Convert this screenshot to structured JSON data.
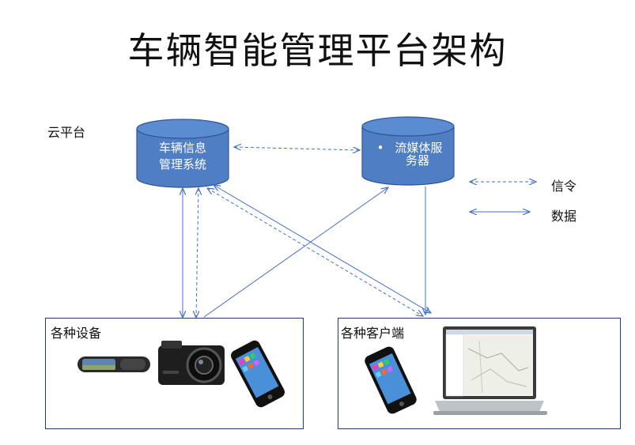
{
  "diagram": {
    "title": "车辆智能管理平台架构",
    "cloud_label": "云平台",
    "vehicle_system": {
      "line1": "车辆信息",
      "line2": "管理系统"
    },
    "media_server": {
      "bullet": "•",
      "line1": "流媒体服",
      "line2": "务器"
    },
    "legend": {
      "signal": "信令",
      "data": "数据"
    },
    "devices_box": {
      "label": "各种设备"
    },
    "clients_box": {
      "label": "各种客户端"
    },
    "colors": {
      "db_fill": "#4f7fc2",
      "db_stroke": "#2f5597",
      "arrow": "#4472c4",
      "box_border": "#1f3f66"
    }
  }
}
